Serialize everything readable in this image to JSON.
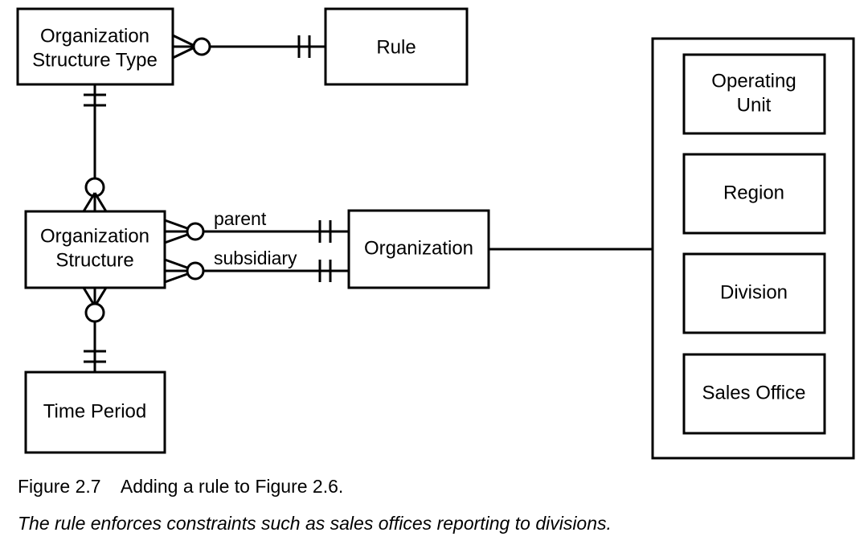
{
  "figure": {
    "caption_main": "Figure 2.7    Adding a rule to Figure 2.6.",
    "caption_sub": "The rule enforces constraints such as sales offices reporting to divisions.",
    "background_color": "#ffffff",
    "line_color": "#000000"
  },
  "entities": {
    "organization_structure_type": {
      "line1": "Organization",
      "line2": "Structure Type"
    },
    "rule": {
      "line1": "Rule"
    },
    "organization_structure": {
      "line1": "Organization",
      "line2": "Structure"
    },
    "organization": {
      "line1": "Organization"
    },
    "time_period": {
      "line1": "Time Period"
    }
  },
  "subtypes": {
    "items": [
      {
        "label": "Operating",
        "label2": "Unit"
      },
      {
        "label": "Region",
        "label2": ""
      },
      {
        "label": "Division",
        "label2": ""
      },
      {
        "label": "Sales Office",
        "label2": ""
      }
    ]
  },
  "relationships": {
    "parent_label": "parent",
    "subsidiary_label": "subsidiary"
  }
}
